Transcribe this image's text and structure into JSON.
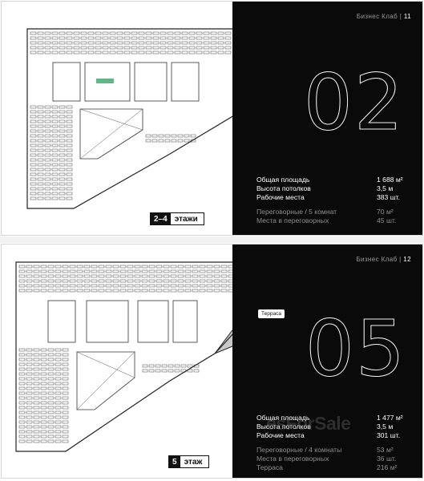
{
  "pages": [
    {
      "brand": "Бизнес Клаб",
      "page_number": "11",
      "floor_number": "02",
      "floor_label_num": "2–4",
      "floor_label_text": "этажи",
      "stats": [
        {
          "label": "Общая площадь",
          "value": "1 688 м²"
        },
        {
          "label": "Высота потолков",
          "value": "3,5 м"
        },
        {
          "label": "Рабочие места",
          "value": "383 шт."
        }
      ],
      "stats_muted": [
        {
          "label": "Переговорные / 5 комнат",
          "value": "70 м²"
        },
        {
          "label": "Места в переговорных",
          "value": "45 шт."
        }
      ]
    },
    {
      "brand": "Бизнес Клаб",
      "page_number": "12",
      "floor_number": "05",
      "floor_label_num": "5",
      "floor_label_text": "этаж",
      "terrace_tag": "Терраса",
      "stats": [
        {
          "label": "Общая площадь",
          "value": "1 477 м²"
        },
        {
          "label": "Высота потолков",
          "value": "3,5 м"
        },
        {
          "label": "Рабочие места",
          "value": "301 шт."
        }
      ],
      "stats_muted": [
        {
          "label": "Переговорные / 4 комнаты",
          "value": "53 м²"
        },
        {
          "label": "Места в переговорных",
          "value": "36 шт."
        },
        {
          "label": "Терраса",
          "value": "216 м²"
        }
      ]
    }
  ],
  "watermark": "esForSale",
  "colors": {
    "dark_panel": "#0a0a0a",
    "muted_text": "#8d8d8d",
    "plan_line": "#222222",
    "terrace_fill": "#c9c9c9"
  }
}
